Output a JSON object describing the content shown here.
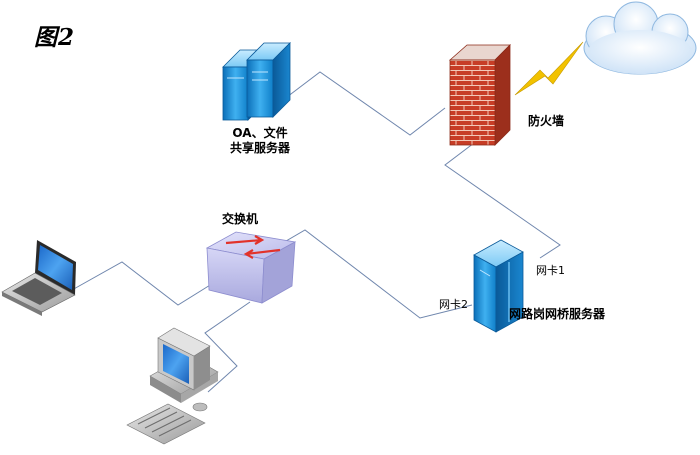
{
  "figure_label": "图2",
  "nodes": {
    "oa_server": {
      "line1": "OA、文件",
      "line2": "共享服务器"
    },
    "firewall": {
      "label": "防火墙"
    },
    "switch": {
      "label": "交换机"
    },
    "bridge_server": {
      "label": "网路岗网桥服务器",
      "nic1": "网卡1",
      "nic2": "网卡2"
    }
  },
  "icons": [
    "server-icon",
    "firewall-icon",
    "cloud-icon",
    "lightning-icon",
    "switch-icon",
    "laptop-icon",
    "desktop-computer-icon",
    "tower-server-icon"
  ],
  "colors": {
    "link_line": "#6f86ad",
    "server_blue": "#1f8fd8",
    "firewall_red": "#c8402a",
    "switch_lavender": "#c9c9ef",
    "lightning": "#f2c200"
  }
}
